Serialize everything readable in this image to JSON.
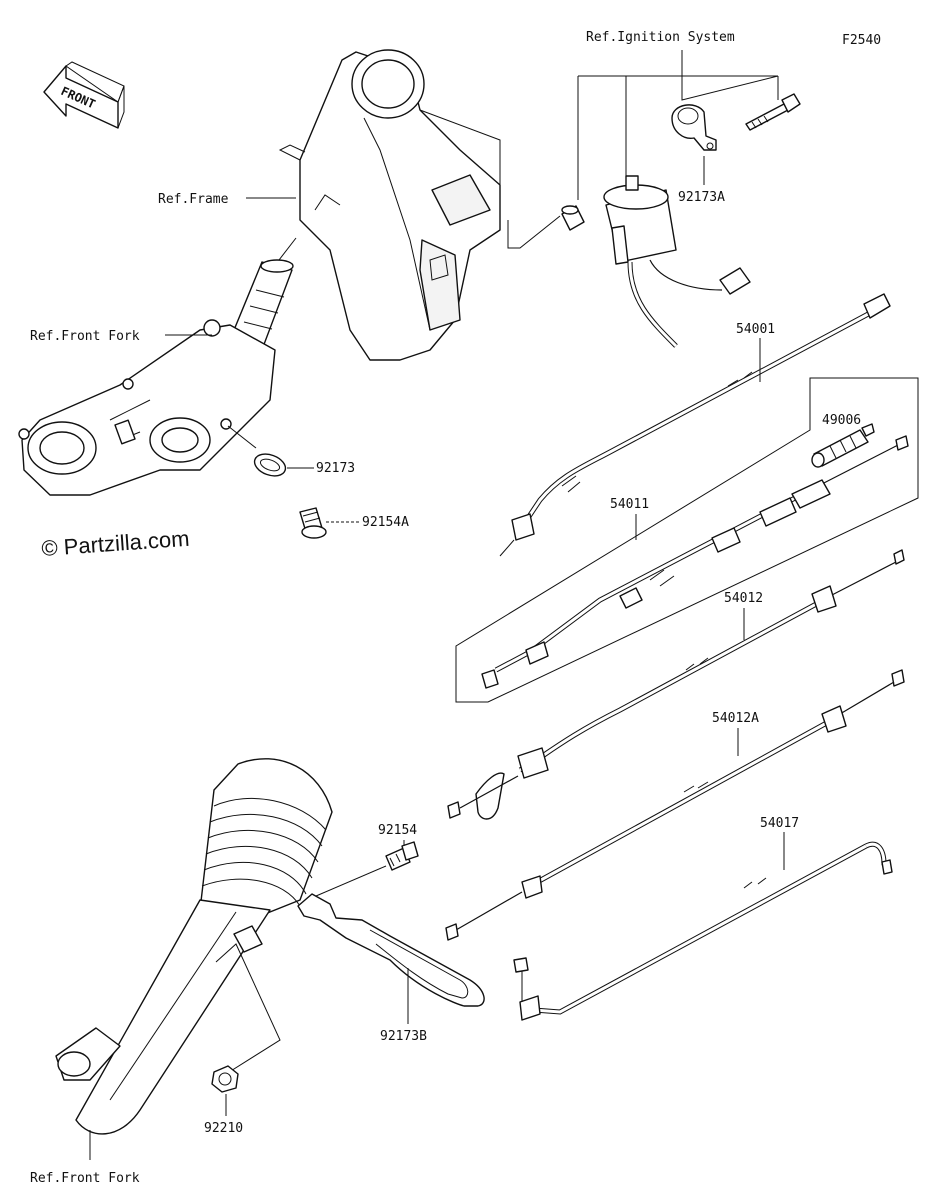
{
  "diagram": {
    "figure_code": "F2540",
    "watermark": "© Partzilla.com",
    "front_arrow_label": "FRONT",
    "refs": {
      "ignition_system": "Ref.Ignition System",
      "frame": "Ref.Frame",
      "front_fork_top": "Ref.Front Fork",
      "front_fork_bottom": "Ref.Front Fork"
    },
    "parts": [
      {
        "id": "92173A",
        "label": "92173A"
      },
      {
        "id": "54001",
        "label": "54001"
      },
      {
        "id": "49006",
        "label": "49006"
      },
      {
        "id": "54011",
        "label": "54011"
      },
      {
        "id": "54012",
        "label": "54012"
      },
      {
        "id": "54012A",
        "label": "54012A"
      },
      {
        "id": "54017",
        "label": "54017"
      },
      {
        "id": "92173",
        "label": "92173"
      },
      {
        "id": "92154A",
        "label": "92154A"
      },
      {
        "id": "92154",
        "label": "92154"
      },
      {
        "id": "92173B",
        "label": "92173B"
      },
      {
        "id": "92210",
        "label": "92210"
      }
    ]
  }
}
